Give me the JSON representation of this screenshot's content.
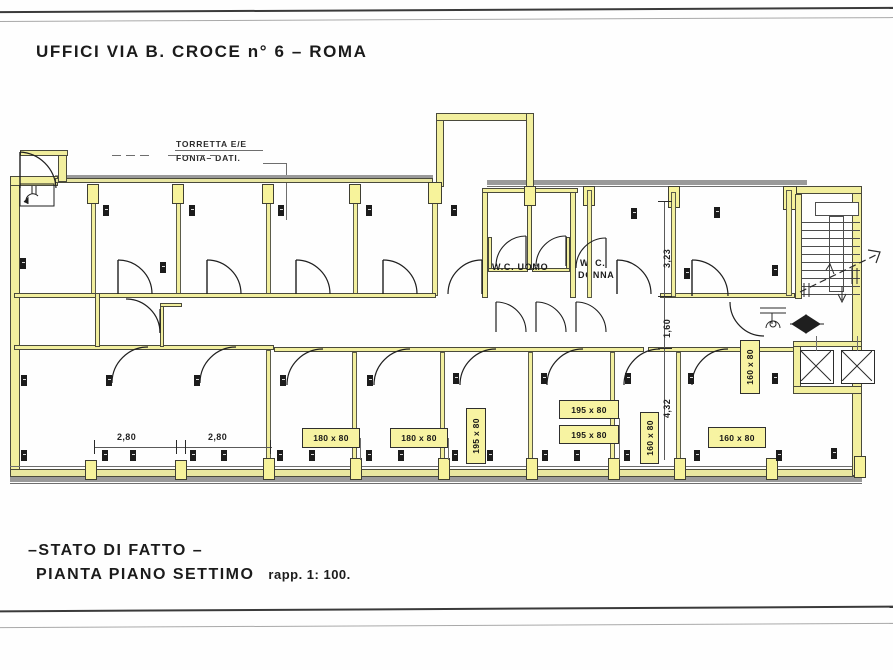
{
  "sheet": {
    "title": "UFFICI VIA  B. CROCE n° 6 – ROMA",
    "caption_line1": "–STATO  DI  FATTO –",
    "caption_line2": "PIANTA  PIANO  SETTIMO",
    "caption_scale": "rapp.  1: 100.",
    "background_color": "#fefefe",
    "wall_fill_color": "#f2ef9e",
    "wall_line_color": "#4a4a3c",
    "chip_fill_color": "#f7f3a2",
    "ink_color": "#1b1b1b"
  },
  "annotations": {
    "torretta_line1": "TORRETTA E/E",
    "torretta_line2": "FONIA– DATI."
  },
  "rooms": [
    {
      "name": "wc-uomo",
      "label": "W.C.  UOMO"
    },
    {
      "name": "wc-donna-line1",
      "label": "W. C."
    },
    {
      "name": "wc-donna-line2",
      "label": "DONNA"
    }
  ],
  "dimensions": {
    "horizontal": [
      {
        "name": "dim-2-80-left",
        "value": "2,80"
      },
      {
        "name": "dim-2-80-right",
        "value": "2,80"
      }
    ],
    "vertical": [
      {
        "name": "dim-3-23",
        "value": "3,23"
      },
      {
        "name": "dim-1-60",
        "value": "1,60"
      },
      {
        "name": "dim-4-32",
        "value": "4,32"
      }
    ]
  },
  "window_chips": [
    {
      "name": "chip-180x80-a",
      "value": "180 x 80",
      "orient": "h"
    },
    {
      "name": "chip-180x80-b",
      "value": "180 x 80",
      "orient": "h"
    },
    {
      "name": "chip-195x80-vertical",
      "value": "195 x 80",
      "orient": "v"
    },
    {
      "name": "chip-195x80-upper",
      "value": "195 x 80",
      "orient": "h"
    },
    {
      "name": "chip-195x80-lower",
      "value": "195 x 80",
      "orient": "h"
    },
    {
      "name": "chip-160x80-vertical-mid",
      "value": "160 x 80",
      "orient": "v"
    },
    {
      "name": "chip-160x80-bottom",
      "value": "160 x 80",
      "orient": "h"
    },
    {
      "name": "chip-160x80-vertical-right",
      "value": "160 x 80",
      "orient": "v"
    }
  ]
}
